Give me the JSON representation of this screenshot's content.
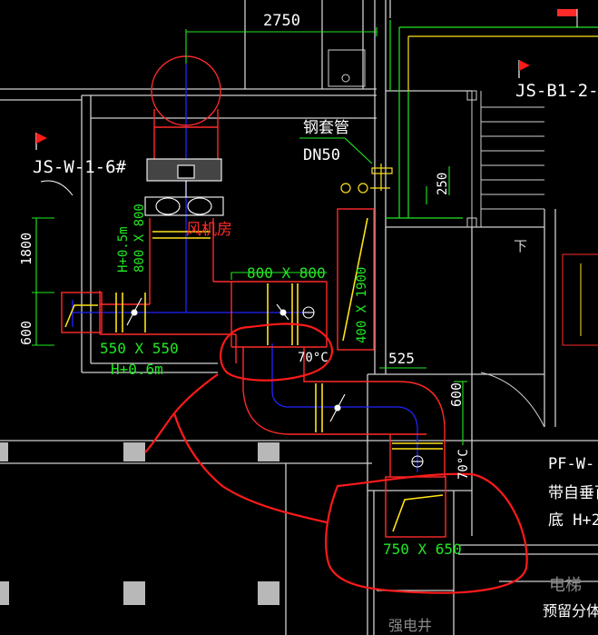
{
  "drawing": {
    "dim_top": "2750",
    "dim_left_1800": "1800",
    "dim_left_600": "600",
    "dim_525": "525",
    "dim_600_right": "600",
    "dim_250": "250",
    "tag_left": "JS-W-1-6#",
    "tag_right": "JS-B1-2-",
    "steel_sleeve": "钢套管",
    "dn50": "DN50",
    "room_fan": "风机房",
    "h_05": "H+0.5m",
    "duct_800x800_v": "800 X 800",
    "duct_800x800_h": "800 X 800",
    "duct_400x1900": "400 X 1900",
    "duct_550x550": "550 X 550",
    "h_06": "H+0.6m",
    "fd_70_a": "70°C",
    "fd_70_b": "70°C",
    "duct_750x650": "750 X 650",
    "pf_tag": "PF-W-",
    "with_louver": "带自垂百叶",
    "bottom_h2": "底 H+2",
    "down": "下",
    "elev": "电梯",
    "reserved": "预留分体空",
    "strong_well": "强电井"
  },
  "colors": {
    "wall": "#cfcfcf",
    "duct": "#ff2a2a",
    "dim": "#22e822",
    "axis": "#2222ff",
    "mark": "#ffe21a",
    "text": "#ffffff",
    "annot": "#ff1a1a"
  }
}
